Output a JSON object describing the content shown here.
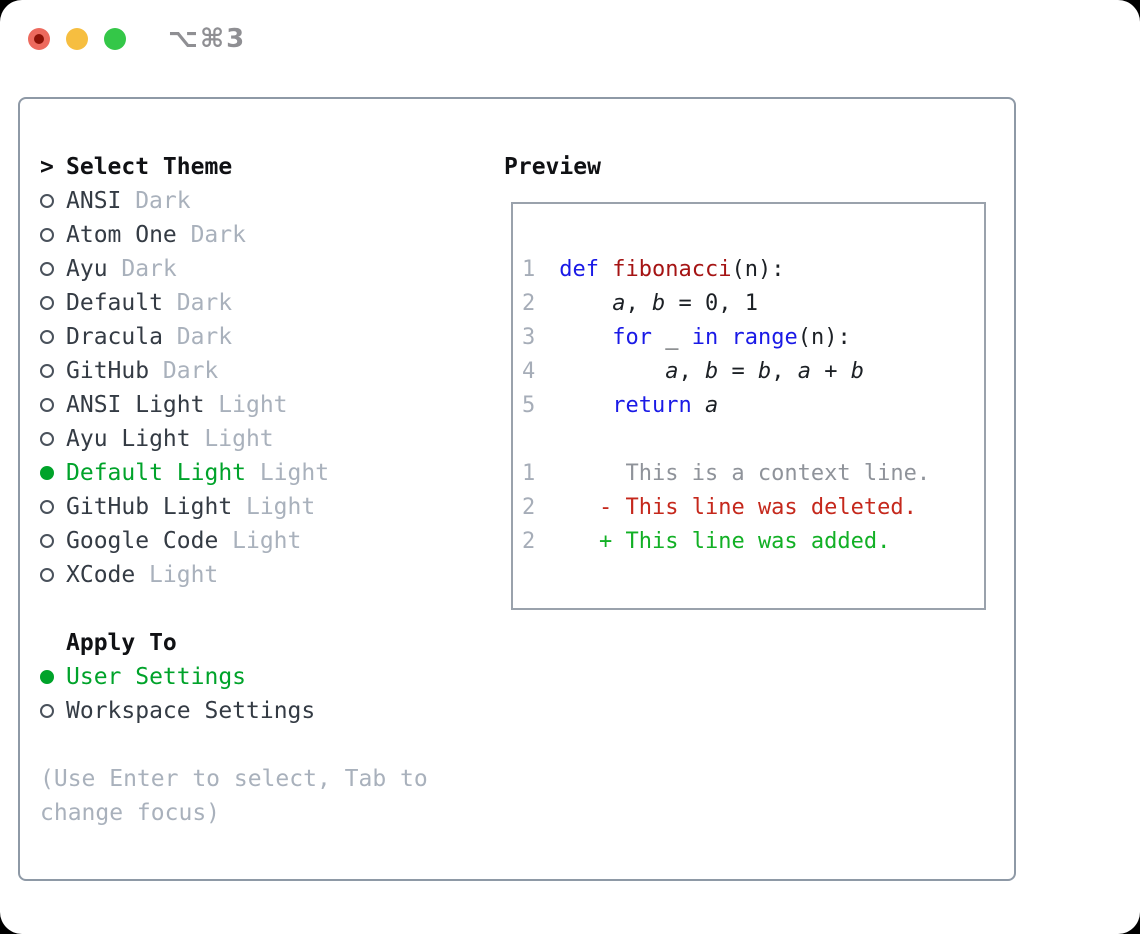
{
  "window": {
    "shortcut_label": "⌥⌘3"
  },
  "theme_picker": {
    "prompt": ">",
    "title": "Select Theme",
    "themes": [
      {
        "name": "ANSI",
        "variant": "Dark",
        "selected": false
      },
      {
        "name": "Atom One",
        "variant": "Dark",
        "selected": false
      },
      {
        "name": "Ayu",
        "variant": "Dark",
        "selected": false
      },
      {
        "name": "Default",
        "variant": "Dark",
        "selected": false
      },
      {
        "name": "Dracula",
        "variant": "Dark",
        "selected": false
      },
      {
        "name": "GitHub",
        "variant": "Dark",
        "selected": false
      },
      {
        "name": "ANSI Light",
        "variant": "Light",
        "selected": false
      },
      {
        "name": "Ayu Light",
        "variant": "Light",
        "selected": false
      },
      {
        "name": "Default Light",
        "variant": "Light",
        "selected": true
      },
      {
        "name": "GitHub Light",
        "variant": "Light",
        "selected": false
      },
      {
        "name": "Google Code",
        "variant": "Light",
        "selected": false
      },
      {
        "name": "XCode",
        "variant": "Light",
        "selected": false
      }
    ],
    "apply_to": {
      "title": "Apply To",
      "options": [
        {
          "label": "User Settings",
          "selected": true
        },
        {
          "label": "Workspace Settings",
          "selected": false
        }
      ]
    },
    "hint_line1": "(Use Enter to select, Tab to",
    "hint_line2": "change focus)"
  },
  "preview": {
    "title": "Preview",
    "code_lines": [
      {
        "num": "1",
        "tokens": [
          {
            "t": "def ",
            "c": "kw"
          },
          {
            "t": "fibonacci",
            "c": "fn"
          },
          {
            "t": "(n):",
            "c": ""
          }
        ]
      },
      {
        "num": "2",
        "tokens": [
          {
            "t": "    ",
            "c": ""
          },
          {
            "t": "a",
            "c": "vr"
          },
          {
            "t": ", ",
            "c": ""
          },
          {
            "t": "b",
            "c": "vr"
          },
          {
            "t": " = 0, 1",
            "c": ""
          }
        ]
      },
      {
        "num": "3",
        "tokens": [
          {
            "t": "    ",
            "c": ""
          },
          {
            "t": "for",
            "c": "kw"
          },
          {
            "t": " _ ",
            "c": ""
          },
          {
            "t": "in",
            "c": "kw"
          },
          {
            "t": " ",
            "c": ""
          },
          {
            "t": "range",
            "c": "kw"
          },
          {
            "t": "(n):",
            "c": ""
          }
        ]
      },
      {
        "num": "4",
        "tokens": [
          {
            "t": "        ",
            "c": ""
          },
          {
            "t": "a",
            "c": "vr"
          },
          {
            "t": ", ",
            "c": ""
          },
          {
            "t": "b",
            "c": "vr"
          },
          {
            "t": " = ",
            "c": ""
          },
          {
            "t": "b",
            "c": "vr"
          },
          {
            "t": ", ",
            "c": ""
          },
          {
            "t": "a",
            "c": "vr"
          },
          {
            "t": " + ",
            "c": ""
          },
          {
            "t": "b",
            "c": "vr"
          }
        ]
      },
      {
        "num": "5",
        "tokens": [
          {
            "t": "    ",
            "c": ""
          },
          {
            "t": "return",
            "c": "kw"
          },
          {
            "t": " ",
            "c": ""
          },
          {
            "t": "a",
            "c": "vr"
          }
        ]
      }
    ],
    "diff_lines": [
      {
        "num": "1",
        "tokens": [
          {
            "t": "     This is a context line.",
            "c": "ctx"
          }
        ]
      },
      {
        "num": "2",
        "tokens": [
          {
            "t": "   ",
            "c": ""
          },
          {
            "t": "- This line was deleted.",
            "c": "del"
          }
        ]
      },
      {
        "num": "2",
        "tokens": [
          {
            "t": "   ",
            "c": ""
          },
          {
            "t": "+ This line was added.",
            "c": "add"
          }
        ]
      }
    ]
  },
  "colors": {
    "accent-green": "#00a32a",
    "kw": "#1a1ae6",
    "fn": "#a51414",
    "del": "#c5281c",
    "add": "#12b025",
    "muted": "#a9b1bc",
    "ctx": "#8f939a",
    "lineno": "#a6adb8",
    "text": "#343b44",
    "panel-border": "#8e99a6",
    "preview-border": "#9aa2ac",
    "tl-red": "#ed6a5e",
    "tl-red-dot": "#8c1207",
    "tl-yellow": "#f6be40",
    "tl-green": "#34c748"
  }
}
